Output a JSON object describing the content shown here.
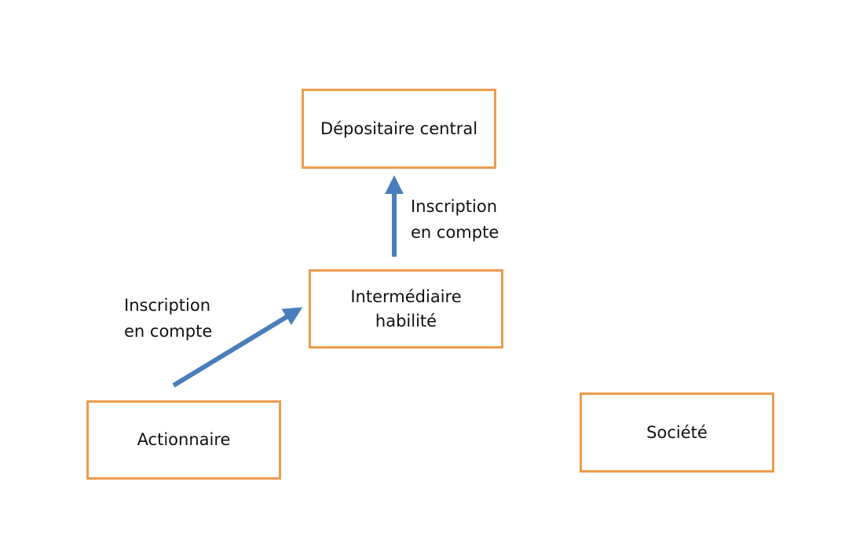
{
  "colors": {
    "node_border": "#ed9b4e",
    "arrow": "#4a7ebb",
    "text": "#111111",
    "background": "#ffffff"
  },
  "nodes": {
    "depositaire": {
      "lines": [
        "Dépositaire central"
      ]
    },
    "intermediaire": {
      "lines": [
        "Intermédiaire",
        "habilité"
      ]
    },
    "actionnaire": {
      "lines": [
        "Actionnaire"
      ]
    },
    "societe": {
      "lines": [
        "Société"
      ]
    }
  },
  "edges": {
    "upper": {
      "from": "intermediaire",
      "to": "depositaire",
      "label_lines": [
        "Inscription",
        "en compte"
      ]
    },
    "lower": {
      "from": "actionnaire",
      "to": "intermediaire",
      "label_lines": [
        "Inscription",
        "en compte"
      ]
    }
  }
}
